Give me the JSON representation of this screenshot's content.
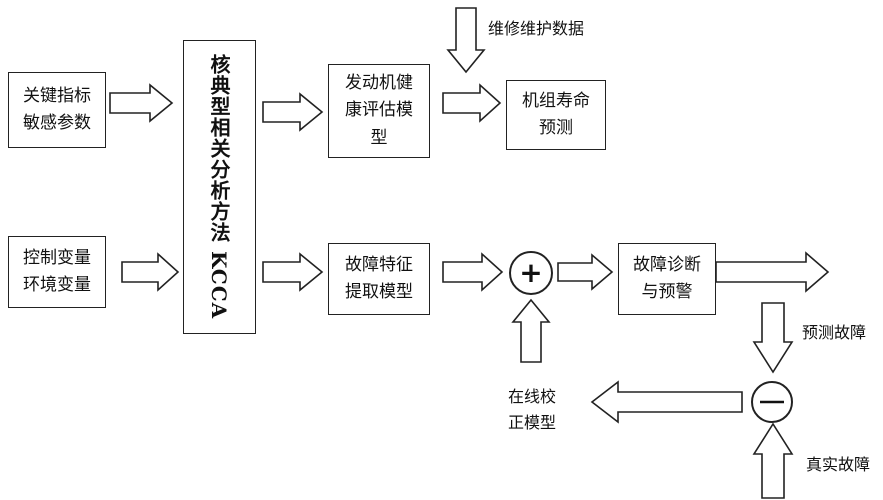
{
  "nodes": {
    "key_indicators": "关键指标\n敏感参数",
    "control_vars": "控制变量\n环境变量",
    "kcca_method": "核典型相关分析方法 KCCA",
    "engine_health_model": "发动机健\n康评估模\n型",
    "life_prediction": "机组寿命\n预测",
    "fault_feature_model": "故障特征\n提取模型",
    "fault_diagnosis": "故障诊断\n与预警",
    "maintenance_data": "维修维护数据",
    "predicted_fault": "预测故障",
    "real_fault": "真实故障",
    "online_correction": "在线校\n正模型"
  },
  "symbols": {
    "sum_junction": "+",
    "difference_junction": "—"
  }
}
